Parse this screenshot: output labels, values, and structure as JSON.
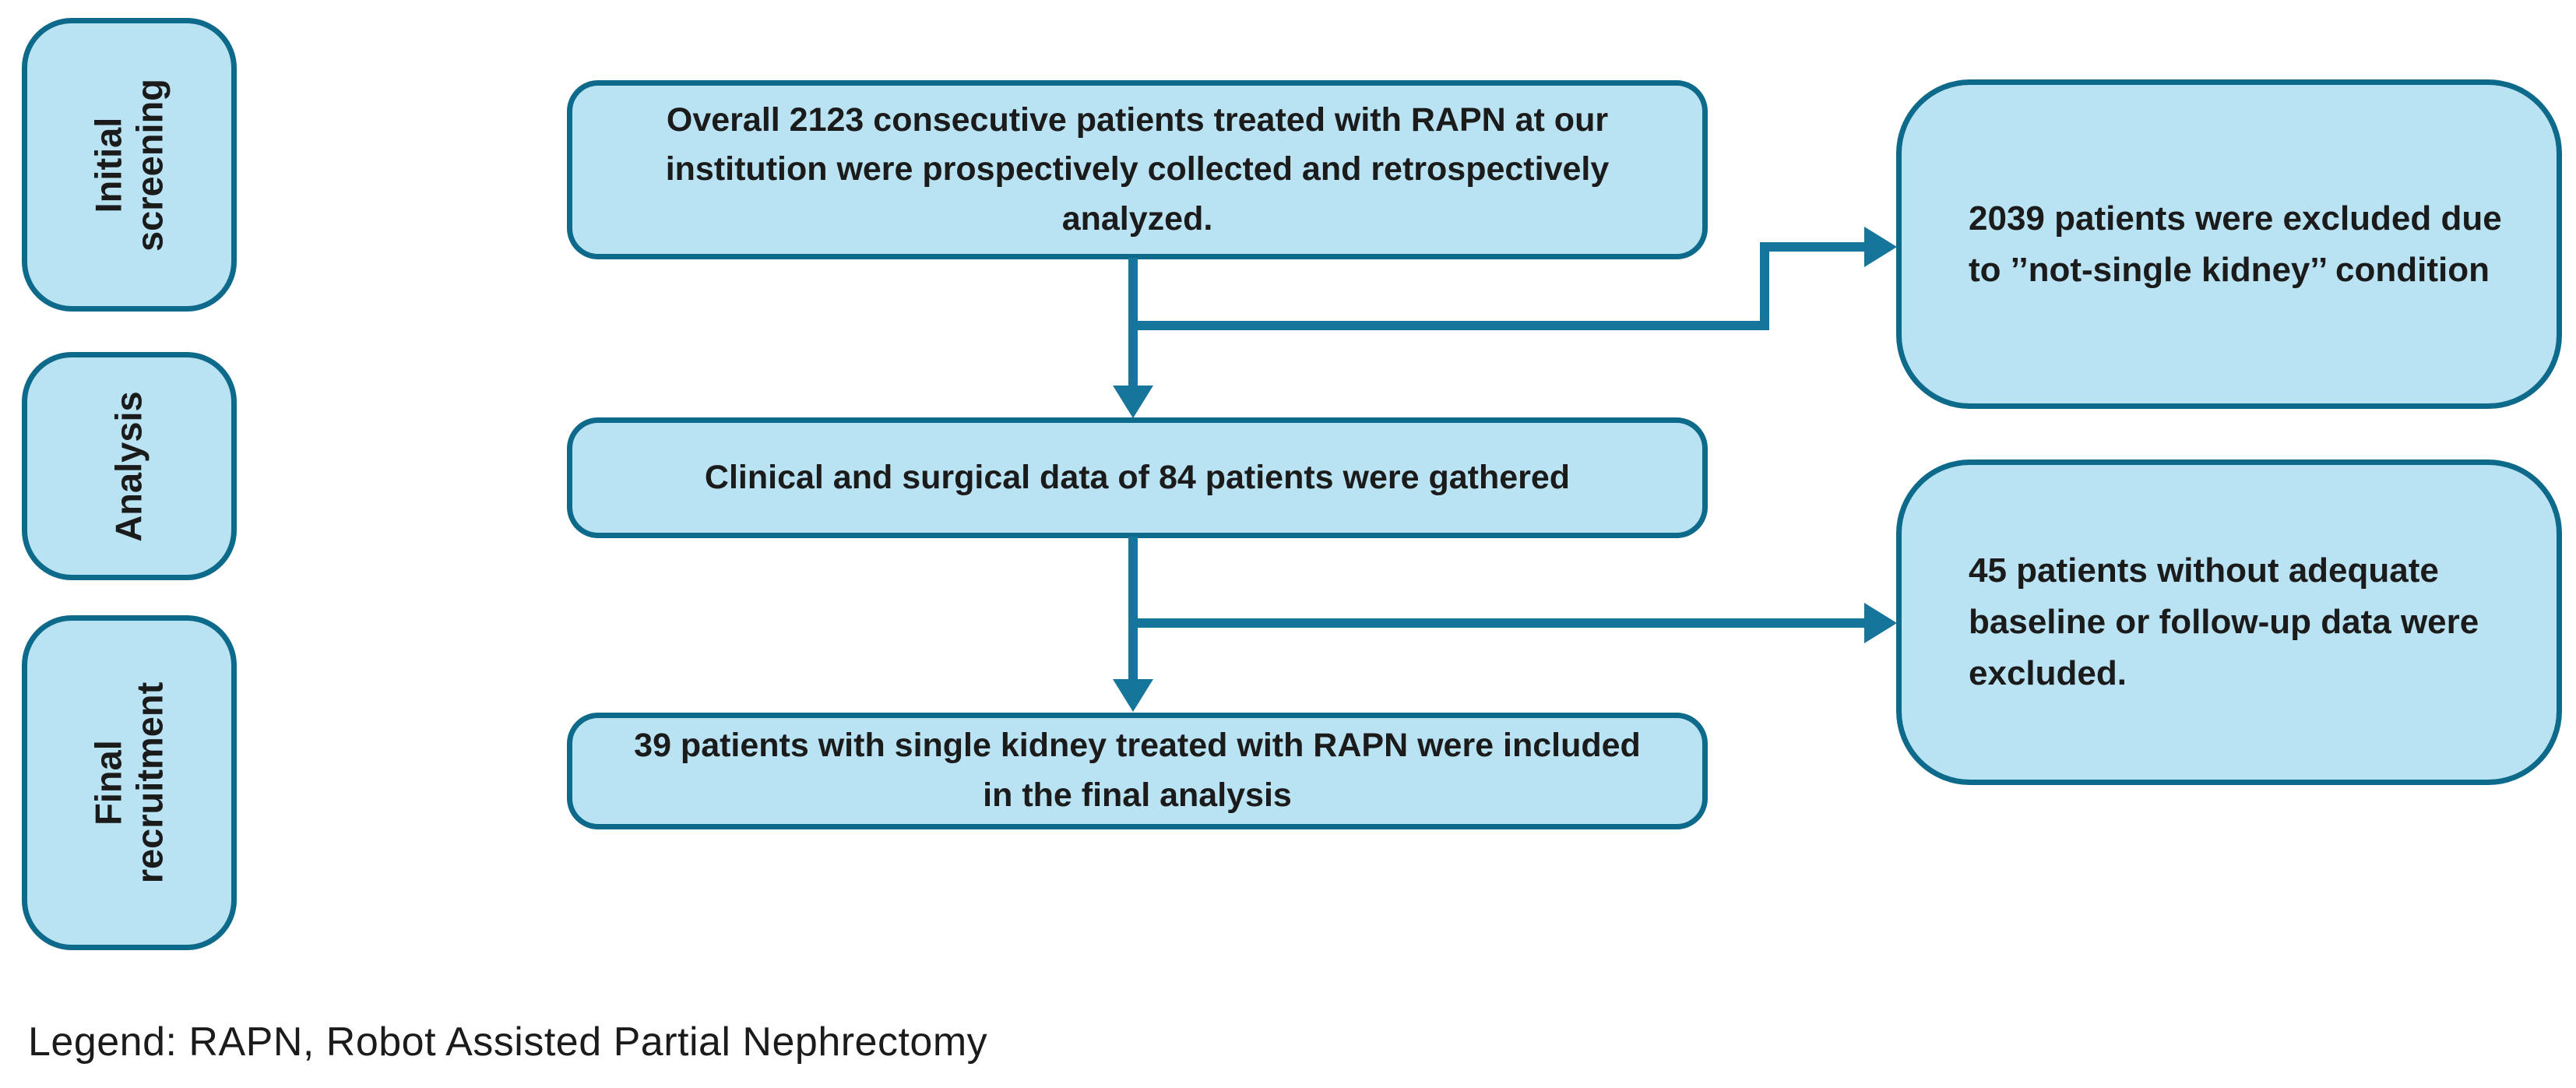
{
  "colors": {
    "box_fill": "#b9e3f2",
    "box_border": "#0e6a8b",
    "arrow": "#16759a",
    "text": "#1b1b1b"
  },
  "stages": [
    {
      "label": "Initial screening"
    },
    {
      "label": "Analysis"
    },
    {
      "label": "Final recruitment"
    }
  ],
  "flow": [
    {
      "text": "Overall 2123 consecutive patients treated with RAPN at our institution were prospectively collected and retrospectively analyzed."
    },
    {
      "text": "Clinical and surgical data of 84 patients were gathered"
    },
    {
      "text": "39 patients with single kidney treated with RAPN were included in the final analysis"
    }
  ],
  "exclusions": [
    {
      "text": "2039 patients were excluded due to ’’not-single kidney’’ condition"
    },
    {
      "text": "45 patients without adequate baseline or follow-up data were excluded."
    }
  ],
  "legend": "Legend: RAPN, Robot Assisted Partial Nephrectomy"
}
